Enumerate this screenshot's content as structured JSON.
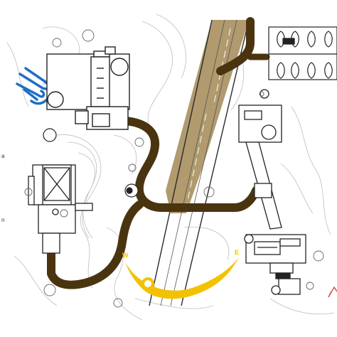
{
  "compass": {
    "west_label": "W",
    "east_label": "E",
    "color": "#f2c200"
  },
  "edge_text": {
    "upper": "a",
    "lower": "n"
  },
  "icons": [
    "wind-icon",
    "sun-path-arc-icon",
    "tree-icon",
    "parking-icon"
  ],
  "colors": {
    "path": "#4a3410",
    "road_surface": "#b09a6e",
    "road_edge": "#2a2a2a",
    "wind": "#1f6fc7",
    "sun": "#f2c200",
    "contour": "#b9b9b9",
    "north_arrow": "#c0392b"
  }
}
